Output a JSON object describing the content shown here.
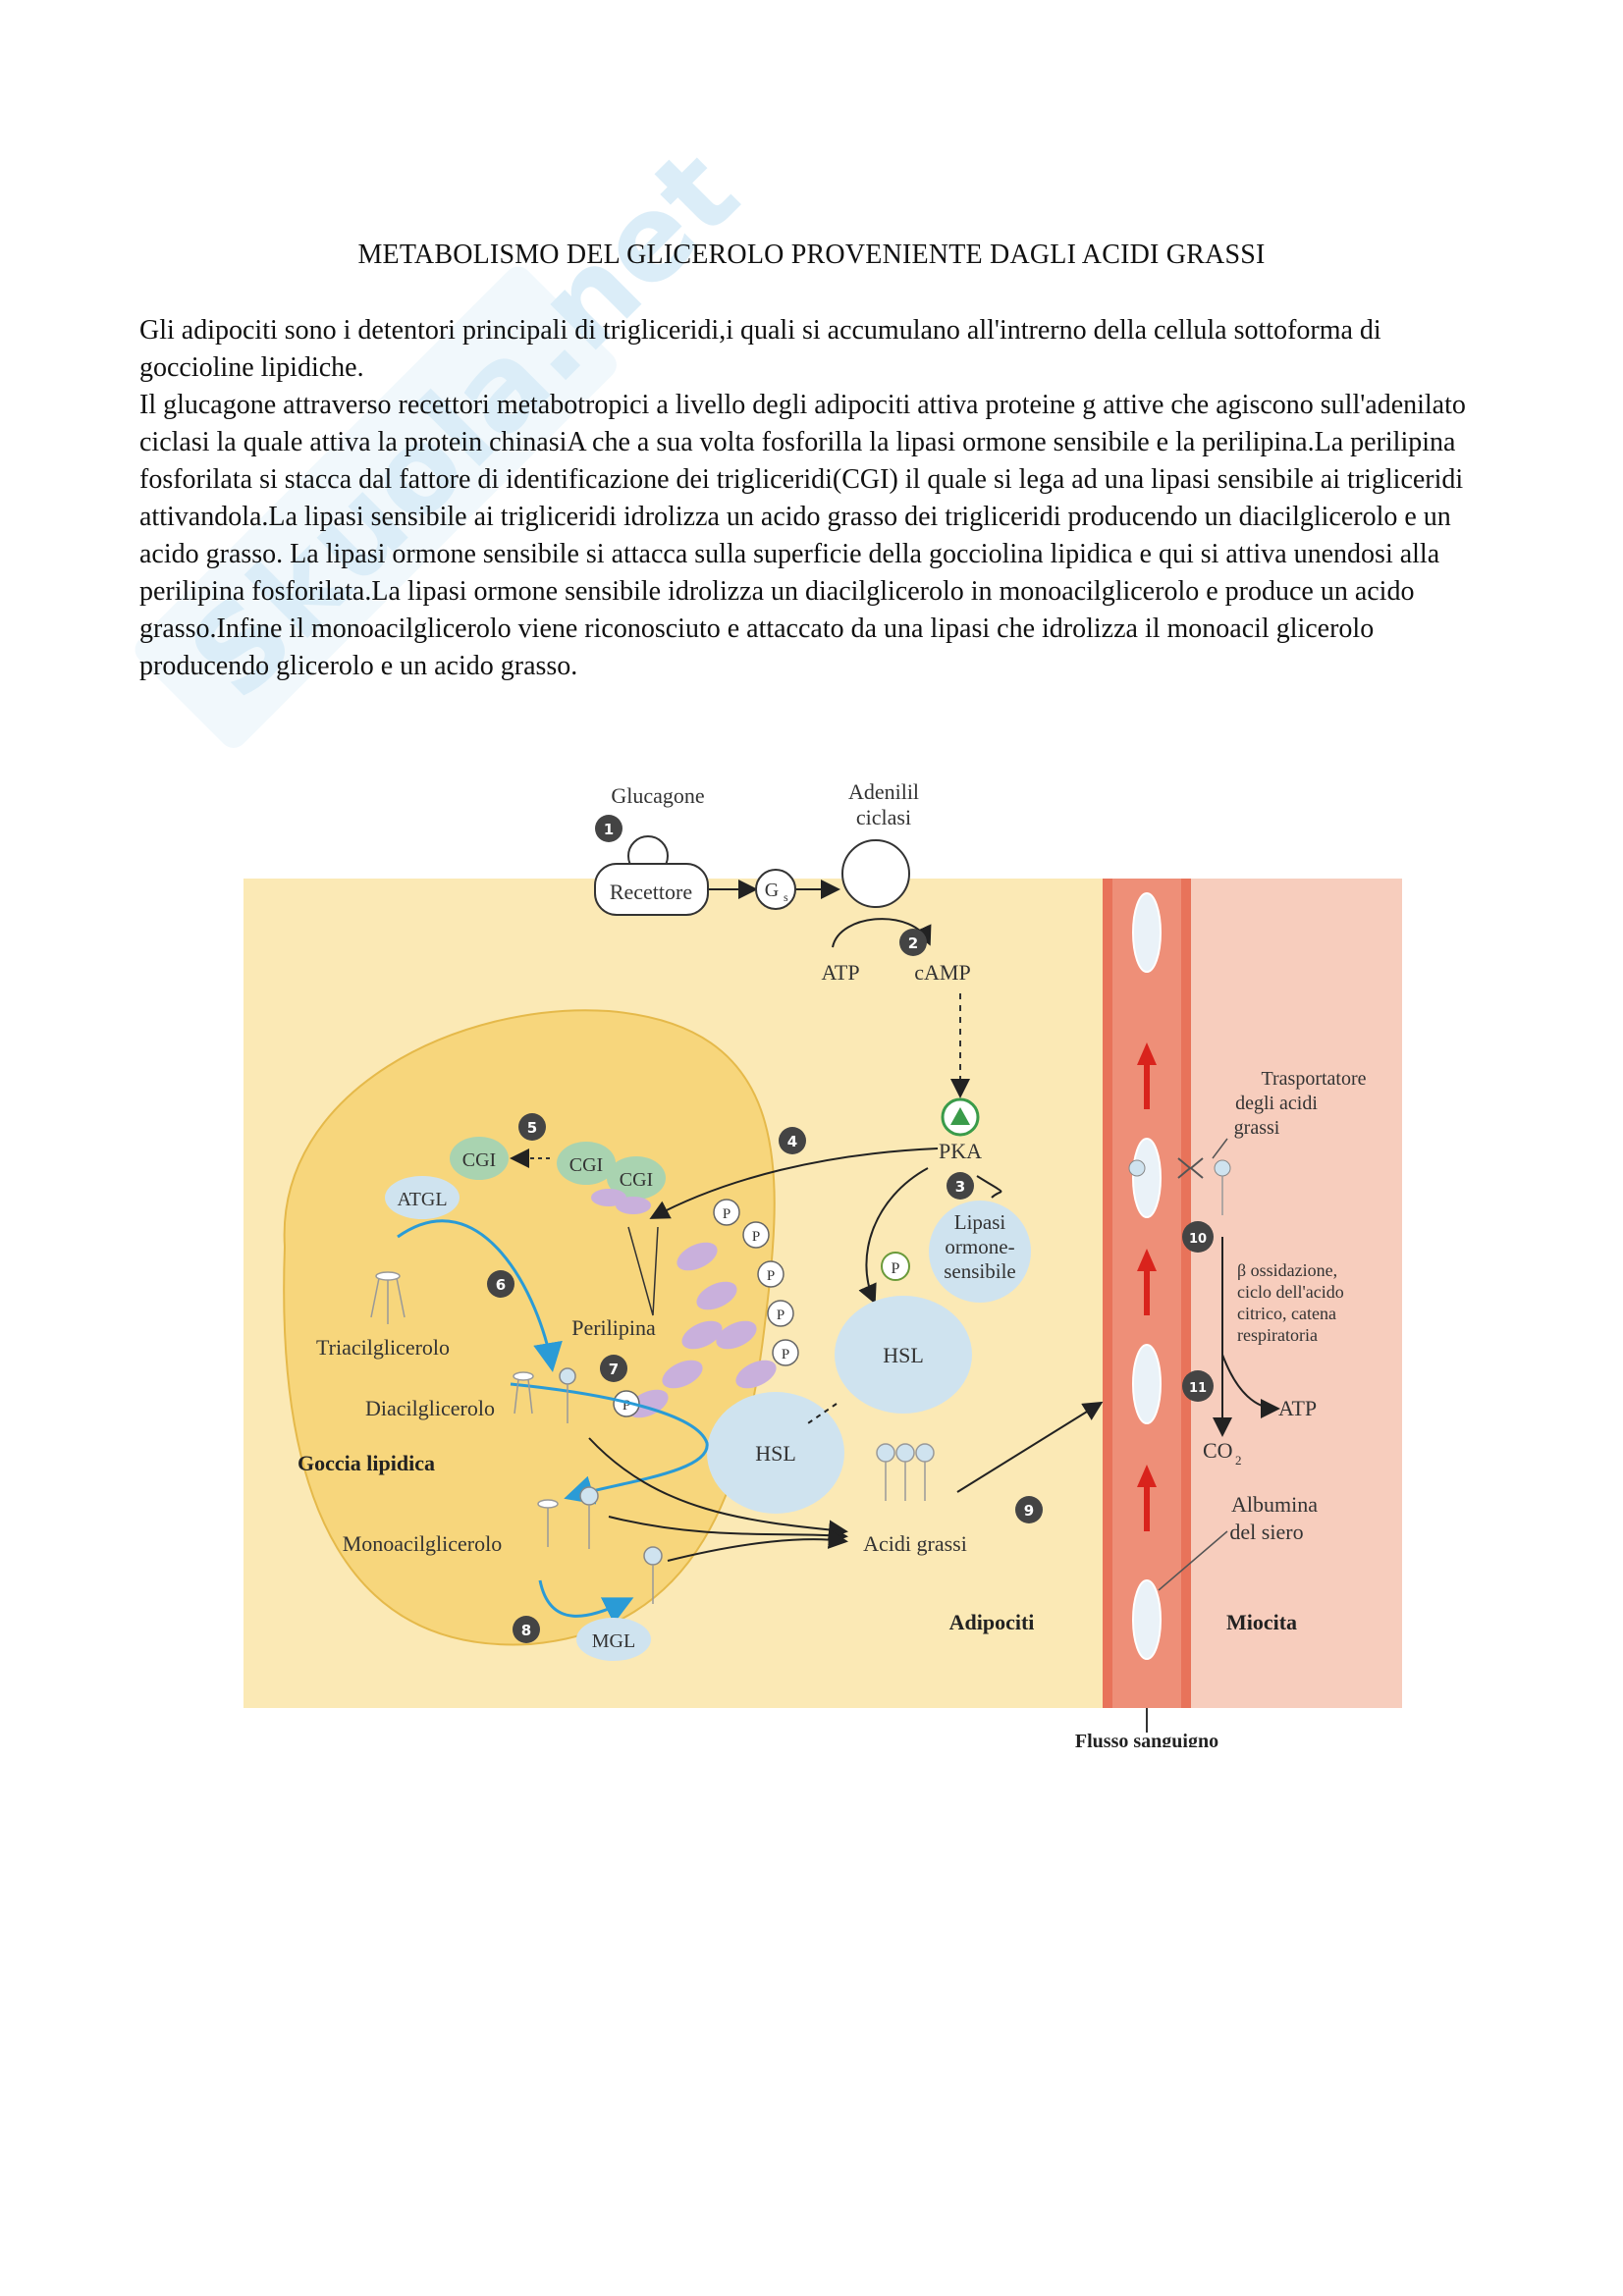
{
  "watermark": {
    "text": "Skuola.net",
    "color": "#c9e4f5"
  },
  "document": {
    "title": "METABOLISMO DEL GLICEROLO PROVENIENTE DAGLI ACIDI GRASSI",
    "paragraphs": [
      "Gli adipociti sono i detentori principali di trigliceridi,i quali si accumulano all'intrerno della cellula sottoforma di goccioline lipidiche.",
      "Il glucagone attraverso recettori metabotropici a livello degli adipociti attiva proteine g attive che agiscono sull'adenilato ciclasi la quale attiva la protein chinasiA che a sua volta fosforilla la lipasi ormone sensibile e la perilipina.La perilipina fosforilata si stacca dal fattore di identificazione dei trigliceridi(CGI) il quale si lega ad una lipasi sensibile ai trigliceridi attivandola.La lipasi sensibile ai trigliceridi idrolizza un acido grasso dei trigliceridi producendo un diacilglicerolo e un acido grasso. La lipasi ormone sensibile si attacca sulla superficie della gocciolina lipidica e qui si attiva unendosi alla perilipina fosforilata.La lipasi ormone sensibile idrolizza un diacilglicerolo in monoacilglicerolo e produce un acido grasso.Infine il monoacilglicerolo viene riconosciuto e attaccato da una lipasi che idrolizza il monoacil glicerolo producendo  glicerolo e un acido grasso."
    ]
  },
  "figure": {
    "colors": {
      "adipocyte": "#fbe9b5",
      "droplet": "#f7d67c",
      "vessel": "#e8735a",
      "myocyte": "#f7cdbd",
      "protein": "#cfe3ef",
      "cgi": "#a9d3b0",
      "perilipin": "#c9b0dc",
      "arrow_blue": "#2a9bd6",
      "arrow_red": "#d9231c"
    },
    "labels": {
      "glucagone": "Glucagone",
      "adenilil_1": "Adenilil",
      "adenilil_2": "ciclasi",
      "recettore": "Recettore",
      "gs": "G",
      "gs_sub": "s",
      "atp": "ATP",
      "camp": "cAMP",
      "pka": "PKA",
      "cgi": "CGI",
      "atgl": "ATGL",
      "lipasi_1": "Lipasi",
      "lipasi_2": "ormone-",
      "lipasi_3": "sensibile",
      "perilipina": "Perilipina",
      "hsl": "HSL",
      "p": "P",
      "triacil": "Triacilglicerolo",
      "diacil": "Diacilglicerolo",
      "goccia": "Goccia lipidica",
      "monoacil": "Monoacilglicerolo",
      "mgl": "MGL",
      "acidi_grassi": "Acidi grassi",
      "adipociti": "Adipociti",
      "miocita": "Miocita",
      "flusso": "Flusso sanguigno",
      "trasp_1": "Trasportatore",
      "trasp_2": "degli acidi",
      "trasp_3": "grassi",
      "beta_1": "β ossidazione,",
      "beta_2": "ciclo dell'acido",
      "beta_3": "citrico, catena",
      "beta_4": "respiratoria",
      "atp2": "ATP",
      "co2": "CO",
      "co2_sub": "2",
      "albumina_1": "Albumina",
      "albumina_2": "del siero"
    },
    "steps": [
      "1",
      "2",
      "3",
      "4",
      "5",
      "6",
      "7",
      "8",
      "9",
      "10",
      "11"
    ]
  }
}
